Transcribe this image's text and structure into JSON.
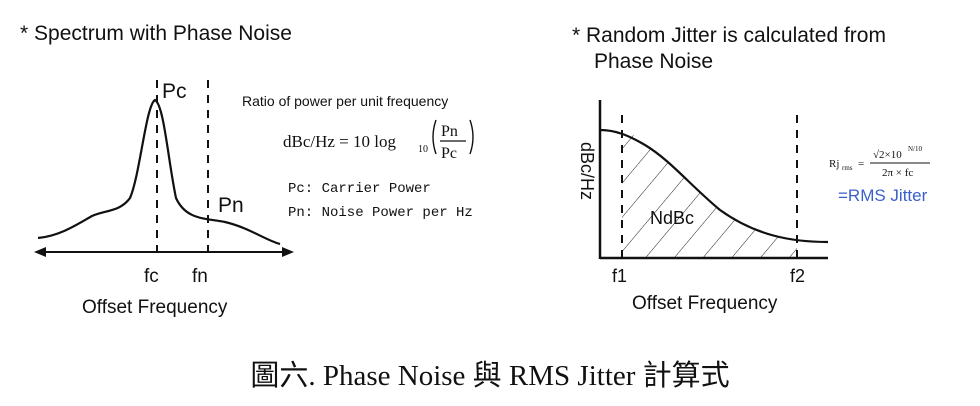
{
  "left_panel": {
    "title": "* Spectrum with Phase Noise",
    "pc_label": "Pc",
    "pn_label": "Pn",
    "fc_label": "fc",
    "fn_label": "fn",
    "xlabel": "Offset  Frequency",
    "ratio_caption": "Ratio of power per unit frequency",
    "formula_lhs": "dBc/Hz = 10 log",
    "formula_sub": "10",
    "formula_num": "Pn",
    "formula_den": "Pc",
    "def_pc": "Pc: Carrier Power",
    "def_pn": "Pn: Noise Power per Hz"
  },
  "right_panel": {
    "title_line1": "* Random Jitter is calculated from",
    "title_line2": "Phase Noise",
    "ylabel": "dBc/Hz",
    "area_label": "NdBc",
    "f1_label": "f1",
    "f2_label": "f2",
    "xlabel": "Offset  Frequency",
    "rj_lhs": "Rj",
    "rj_sub": "rms",
    "rj_eq": "=",
    "rj_num": "√2×10",
    "rj_num_exp": "N/10",
    "rj_den": "2π × fc",
    "rms_label": "=RMS Jitter",
    "rms_color": "#3a5fcd"
  },
  "caption": "圖六. Phase Noise 與 RMS Jitter 計算式"
}
